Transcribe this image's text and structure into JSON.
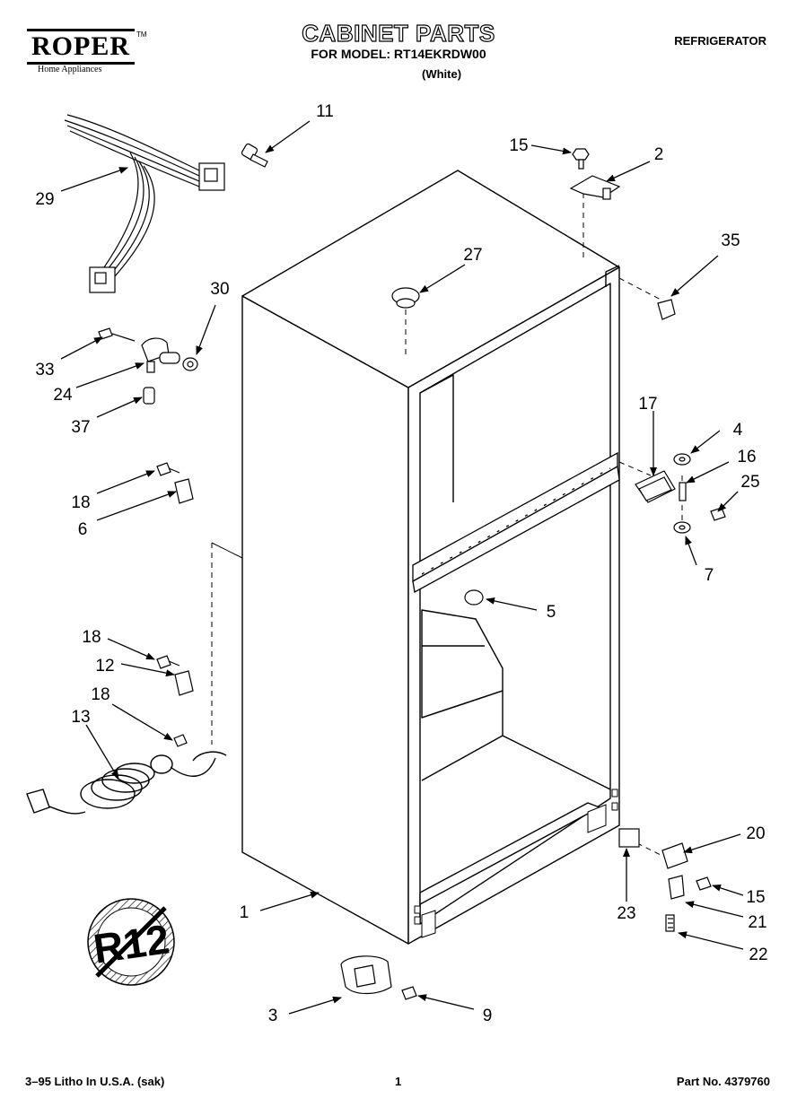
{
  "header": {
    "brand": "ROPER",
    "brand_tm": "TM",
    "brand_sub": "Home Appliances",
    "title": "CABINET PARTS",
    "subtitle": "FOR MODEL: RT14EKRDW00",
    "color_note": "(White)",
    "category": "REFRIGERATOR"
  },
  "callouts": [
    "11",
    "29",
    "15",
    "2",
    "27",
    "35",
    "30",
    "33",
    "24",
    "37",
    "17",
    "4",
    "16",
    "25",
    "18",
    "6",
    "7",
    "5",
    "18",
    "12",
    "18",
    "13",
    "20",
    "1",
    "23",
    "15",
    "21",
    "22",
    "3",
    "9"
  ],
  "badge": {
    "text": "R12"
  },
  "footer": {
    "left": "3–95 Litho In U.S.A. (sak)",
    "center": "1",
    "right": "Part No. 4379760"
  },
  "colors": {
    "ink": "#000000",
    "paper": "#ffffff",
    "badge_hatch": "#555555"
  }
}
